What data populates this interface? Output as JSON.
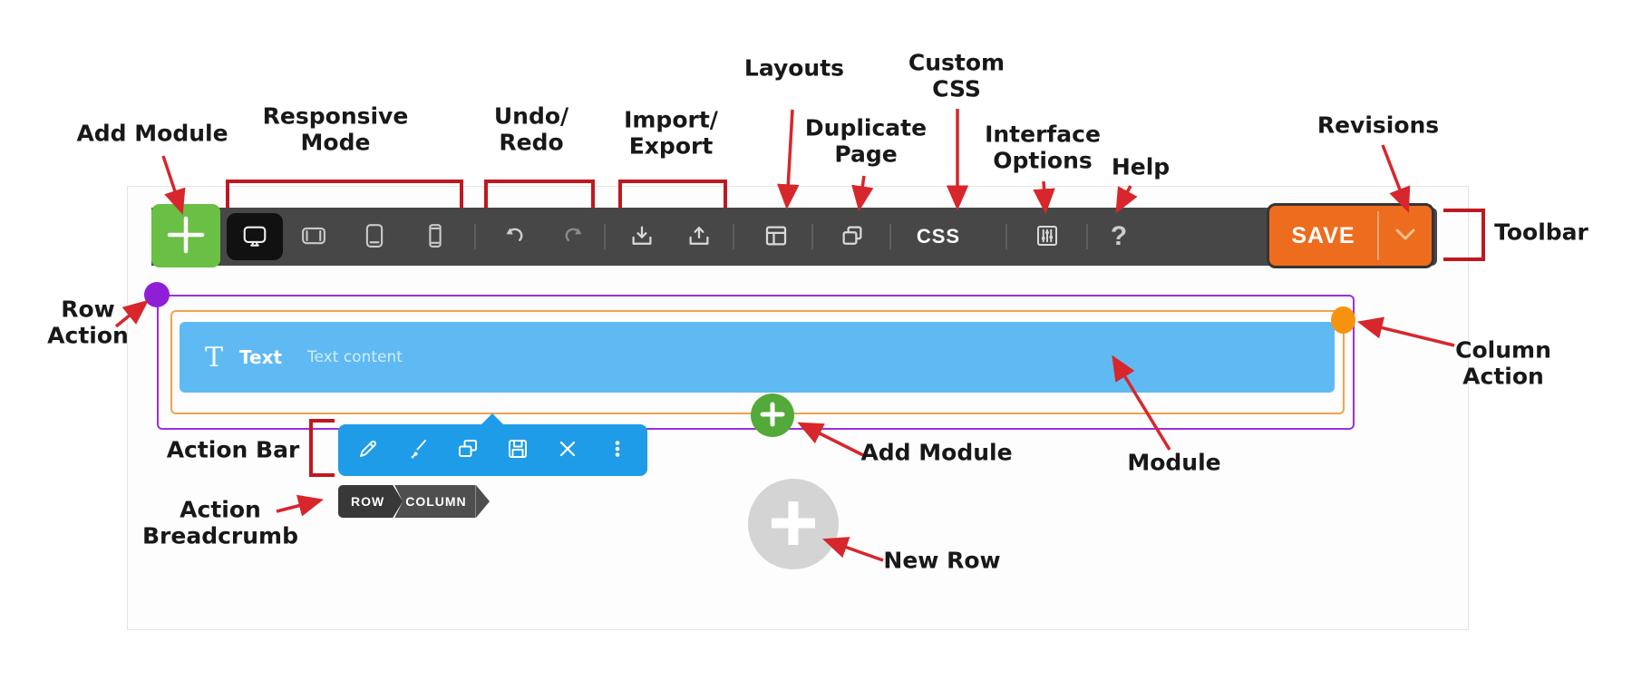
{
  "callouts": {
    "add_module_top": "Add Module",
    "responsive_mode": "Responsive Mode",
    "undo_redo": "Undo/ Redo",
    "import_export": "Import/ Export",
    "layouts": "Layouts",
    "duplicate_page": "Duplicate Page",
    "custom_css": "Custom CSS",
    "interface_options": "Interface Options",
    "help": "Help",
    "revisions": "Revisions",
    "toolbar": "Toolbar",
    "row_action": "Row Action",
    "column_action": "Column Action",
    "action_bar": "Action Bar",
    "action_breadcrumb": "Action Breadcrumb",
    "add_module_bottom": "Add Module",
    "module": "Module",
    "new_row": "New Row"
  },
  "toolbar": {
    "css_button_label": "CSS",
    "help_button_label": "?",
    "save_button_label": "SAVE",
    "icons": [
      "add-module-plus-icon",
      "desktop-icon",
      "tablet-landscape-icon",
      "tablet-portrait-icon",
      "phone-icon",
      "undo-icon",
      "redo-icon",
      "import-icon",
      "export-icon",
      "layouts-icon",
      "duplicate-page-icon",
      "interface-options-icon",
      "save-dropdown-chevron-icon"
    ]
  },
  "row": {
    "module_type_icon": "T",
    "module_title": "Text",
    "module_placeholder": "Text content"
  },
  "action_bar": {
    "icons": [
      "edit-pencil-icon",
      "style-brush-icon",
      "duplicate-icon",
      "save-floppy-icon",
      "delete-x-icon",
      "more-dots-icon"
    ]
  },
  "breadcrumb": {
    "items": [
      "ROW",
      "COLUMN"
    ]
  },
  "colors": {
    "toolbar_bg": "#474747",
    "add_module_green": "#6abf45",
    "save_orange": "#ed6c1e",
    "module_blue": "#5fbaf3",
    "action_bar_blue": "#1f9ce7",
    "row_outline_purple": "#9b2fe0",
    "column_outline_orange": "#f0a24b",
    "row_action_dot": "#8e1fd6",
    "column_action_dot": "#f5930f",
    "add_module_circle_green": "#53a93a",
    "new_row_gray": "#d4d4d4",
    "annotation_red": "#d7262c"
  }
}
